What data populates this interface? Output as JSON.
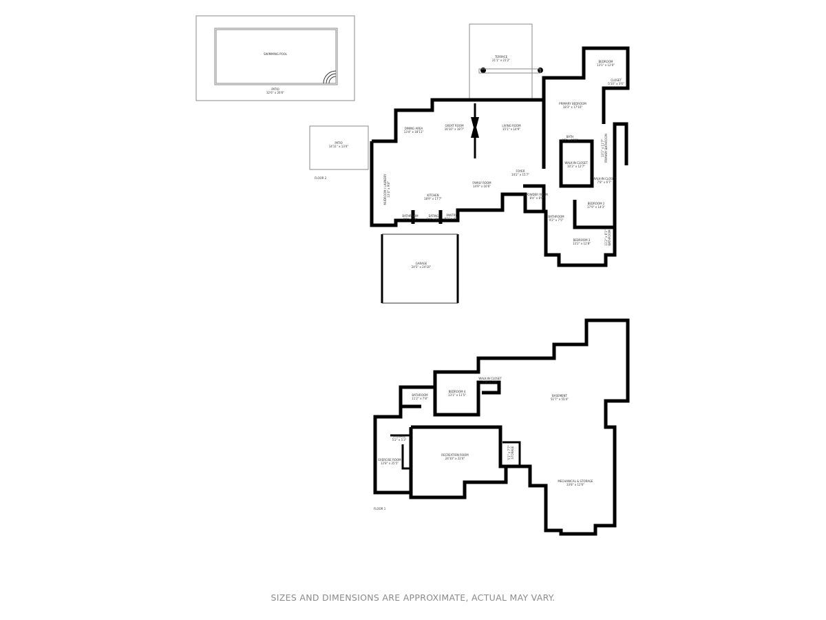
{
  "floor_upper": {
    "level_label": "FLOOR 2",
    "rooms": [
      {
        "name": "SWIMMING POOL",
        "dims": ""
      },
      {
        "name": "PATIO",
        "dims": "32'6\" x 26'6\""
      },
      {
        "name": "TERRACE",
        "dims": "21'1\" x 21'2\""
      },
      {
        "name": "BEDROOM",
        "dims": "13'1\" x 12'0\""
      },
      {
        "name": "CLOSET",
        "dims": "5'10\" x 3'6\""
      },
      {
        "name": "PRIMARY BEDROOM",
        "dims": "18'3\" x 17'10\""
      },
      {
        "name": "DINING AREA",
        "dims": "13'4\" x 18'11\""
      },
      {
        "name": "GREAT ROOM",
        "dims": "16'10\" x 18'7\""
      },
      {
        "name": "LIVING ROOM",
        "dims": "15'1\" x 14'9\""
      },
      {
        "name": "PATIO",
        "dims": "14'11\" x 13'4\""
      },
      {
        "name": "BATH",
        "dims": "8'5\" x 4'10\""
      },
      {
        "name": "WALK-IN CLOSET",
        "dims": "10'3\" x 12'7\""
      },
      {
        "name": "PRIMARY BATHROOM",
        "dims": "13'1\" x 11'7\""
      },
      {
        "name": "WALK-IN CLOSET",
        "dims": "7'8\" x 6'7\""
      },
      {
        "name": "FOYER",
        "dims": "14'2\" x 15'7\""
      },
      {
        "name": "FAMILY ROOM",
        "dims": "14'9\" x 16'6\""
      },
      {
        "name": "KITCHEN",
        "dims": "18'9\" x 17'7\""
      },
      {
        "name": "MUDROOM / LAUNDRY",
        "dims": "13'4\" x 9'8\""
      },
      {
        "name": "BATHROOM",
        "dims": "9'1\" x 7'8\""
      },
      {
        "name": "EATING",
        "dims": "5'6\" x 6'5\""
      },
      {
        "name": "PANTRY",
        "dims": "8'2\" x 4'5\""
      },
      {
        "name": "POWDER ROOM",
        "dims": "8'4\" x 8'0\""
      },
      {
        "name": "BEDROOM 2",
        "dims": "17'9\" x 14'3\""
      },
      {
        "name": "BATHROOM",
        "dims": "9'2\" x 7'5\""
      },
      {
        "name": "BEDROOM 3",
        "dims": "13'2\" x 12'8\""
      },
      {
        "name": "BATHROOM",
        "dims": "11'2\" x 6'1\""
      },
      {
        "name": "GARAGE",
        "dims": "24'5\" x 24'10\""
      }
    ]
  },
  "floor_lower": {
    "level_label": "FLOOR 1",
    "rooms": [
      {
        "name": "WALK-IN CLOSET",
        "dims": "7'8\" x 5'0\""
      },
      {
        "name": "BEDROOM 4",
        "dims": "13'1\" x 11'5\""
      },
      {
        "name": "BATHROOM",
        "dims": "11'2\" x 7'8\""
      },
      {
        "name": "BASEMENT",
        "dims": "51'7\" x 55'4\""
      },
      {
        "name": "STORAGE",
        "dims": "5'2\" x 5'3\""
      },
      {
        "name": "EXERCISE ROOM",
        "dims": "12'8\" x 25'5\""
      },
      {
        "name": "RECREATION ROOM",
        "dims": "24'10\" x 22'4\""
      },
      {
        "name": "STORAGE",
        "dims": "5'1\" x 7'7\""
      },
      {
        "name": "MECHANICAL & STORAGE",
        "dims": "33'8\" x 12'6\""
      }
    ]
  },
  "footer": "SIZES AND DIMENSIONS ARE APPROXIMATE, ACTUAL MAY VARY."
}
